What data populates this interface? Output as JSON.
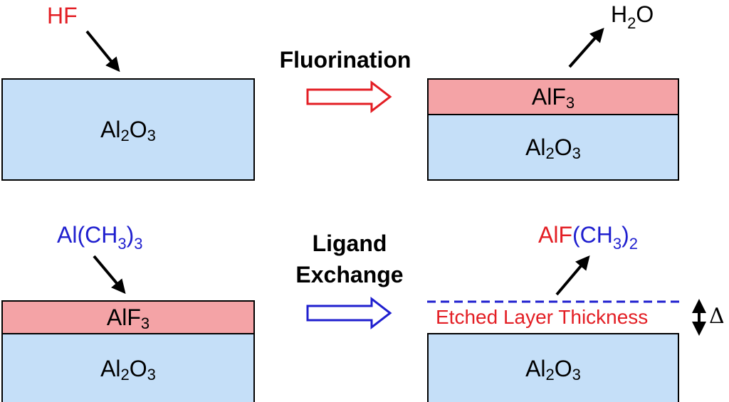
{
  "colors": {
    "substrate_blue": "#c5dff8",
    "fluoride_pink": "#f4a3a6",
    "red_text": "#e31e24",
    "blue_text": "#1f1fcf"
  },
  "top_row": {
    "reactant": "HF",
    "step_label": "Fluorination",
    "left_layer": {
      "element": "Al",
      "sub1": "2",
      "element2": "O",
      "sub2": "3"
    },
    "right_top_layer": {
      "element": "AlF",
      "sub": "3"
    },
    "right_bottom_layer": {
      "element": "Al",
      "sub1": "2",
      "element2": "O",
      "sub2": "3"
    },
    "product": {
      "element": "H",
      "sub": "2",
      "element2": "O"
    }
  },
  "bottom_row": {
    "reactant": {
      "part1": "Al(CH",
      "sub": "3",
      "part2": ")",
      "sub2": "3"
    },
    "step_label_line1": "Ligand",
    "step_label_line2": "Exchange",
    "left_top_layer": {
      "element": "AlF",
      "sub": "3"
    },
    "left_bottom_layer": {
      "element": "Al",
      "sub1": "2",
      "element2": "O",
      "sub2": "3"
    },
    "right_layer": {
      "element": "Al",
      "sub1": "2",
      "element2": "O",
      "sub2": "3"
    },
    "product": {
      "red_part": "AlF",
      "part1": "(CH",
      "sub": "3",
      "part2": ")",
      "sub2": "2"
    },
    "etched_label": "Etched Layer Thickness",
    "delta_symbol": "Δ"
  },
  "icons": [
    "arrow-diagonal-icon",
    "hollow-arrow-icon",
    "double-headed-arrow-icon"
  ]
}
